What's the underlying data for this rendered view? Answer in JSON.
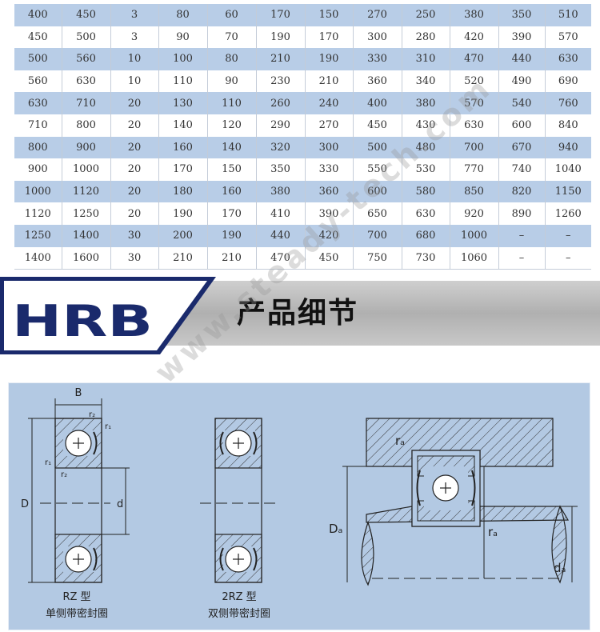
{
  "table": {
    "rows": [
      [
        "400",
        "450",
        "3",
        "80",
        "60",
        "170",
        "150",
        "270",
        "250",
        "380",
        "350",
        "510"
      ],
      [
        "450",
        "500",
        "3",
        "90",
        "70",
        "190",
        "170",
        "300",
        "280",
        "420",
        "390",
        "570"
      ],
      [
        "500",
        "560",
        "10",
        "100",
        "80",
        "210",
        "190",
        "330",
        "310",
        "470",
        "440",
        "630"
      ],
      [
        "560",
        "630",
        "10",
        "110",
        "90",
        "230",
        "210",
        "360",
        "340",
        "520",
        "490",
        "690"
      ],
      [
        "630",
        "710",
        "20",
        "130",
        "110",
        "260",
        "240",
        "400",
        "380",
        "570",
        "540",
        "760"
      ],
      [
        "710",
        "800",
        "20",
        "140",
        "120",
        "290",
        "270",
        "450",
        "430",
        "630",
        "600",
        "840"
      ],
      [
        "800",
        "900",
        "20",
        "160",
        "140",
        "320",
        "300",
        "500",
        "480",
        "700",
        "670",
        "940"
      ],
      [
        "900",
        "1000",
        "20",
        "170",
        "150",
        "350",
        "330",
        "550",
        "530",
        "770",
        "740",
        "1040"
      ],
      [
        "1000",
        "1120",
        "20",
        "180",
        "160",
        "380",
        "360",
        "600",
        "580",
        "850",
        "820",
        "1150"
      ],
      [
        "1120",
        "1250",
        "20",
        "190",
        "170",
        "410",
        "390",
        "650",
        "630",
        "920",
        "890",
        "1260"
      ],
      [
        "1250",
        "1400",
        "30",
        "200",
        "190",
        "440",
        "420",
        "700",
        "680",
        "1000",
        "–",
        "–"
      ],
      [
        "1400",
        "1600",
        "30",
        "210",
        "210",
        "470",
        "450",
        "750",
        "730",
        "1060",
        "–",
        "–"
      ]
    ]
  },
  "banner": {
    "logo_text": "HRB",
    "title": "产品细节",
    "colors": {
      "navy": "#1a2a6c",
      "banner_gray": "#b5b5b5"
    }
  },
  "watermark": "www.steady-tech.com",
  "diagram": {
    "background": "#b3c9e3",
    "rz": {
      "label_B": "B",
      "label_r2_top": "r₂",
      "label_r1_top": "r₁",
      "label_r1_side": "r₁",
      "label_r2_side": "r₂",
      "label_D": "D",
      "label_d": "d",
      "type": "RZ 型",
      "desc": "单侧带密封圈"
    },
    "twoRZ": {
      "type": "2RZ 型",
      "desc": "双侧带密封圈"
    },
    "mount": {
      "label_ra_top": "rₐ",
      "label_ra_mid": "rₐ",
      "label_Da": "Dₐ",
      "label_da": "dₐ"
    }
  }
}
